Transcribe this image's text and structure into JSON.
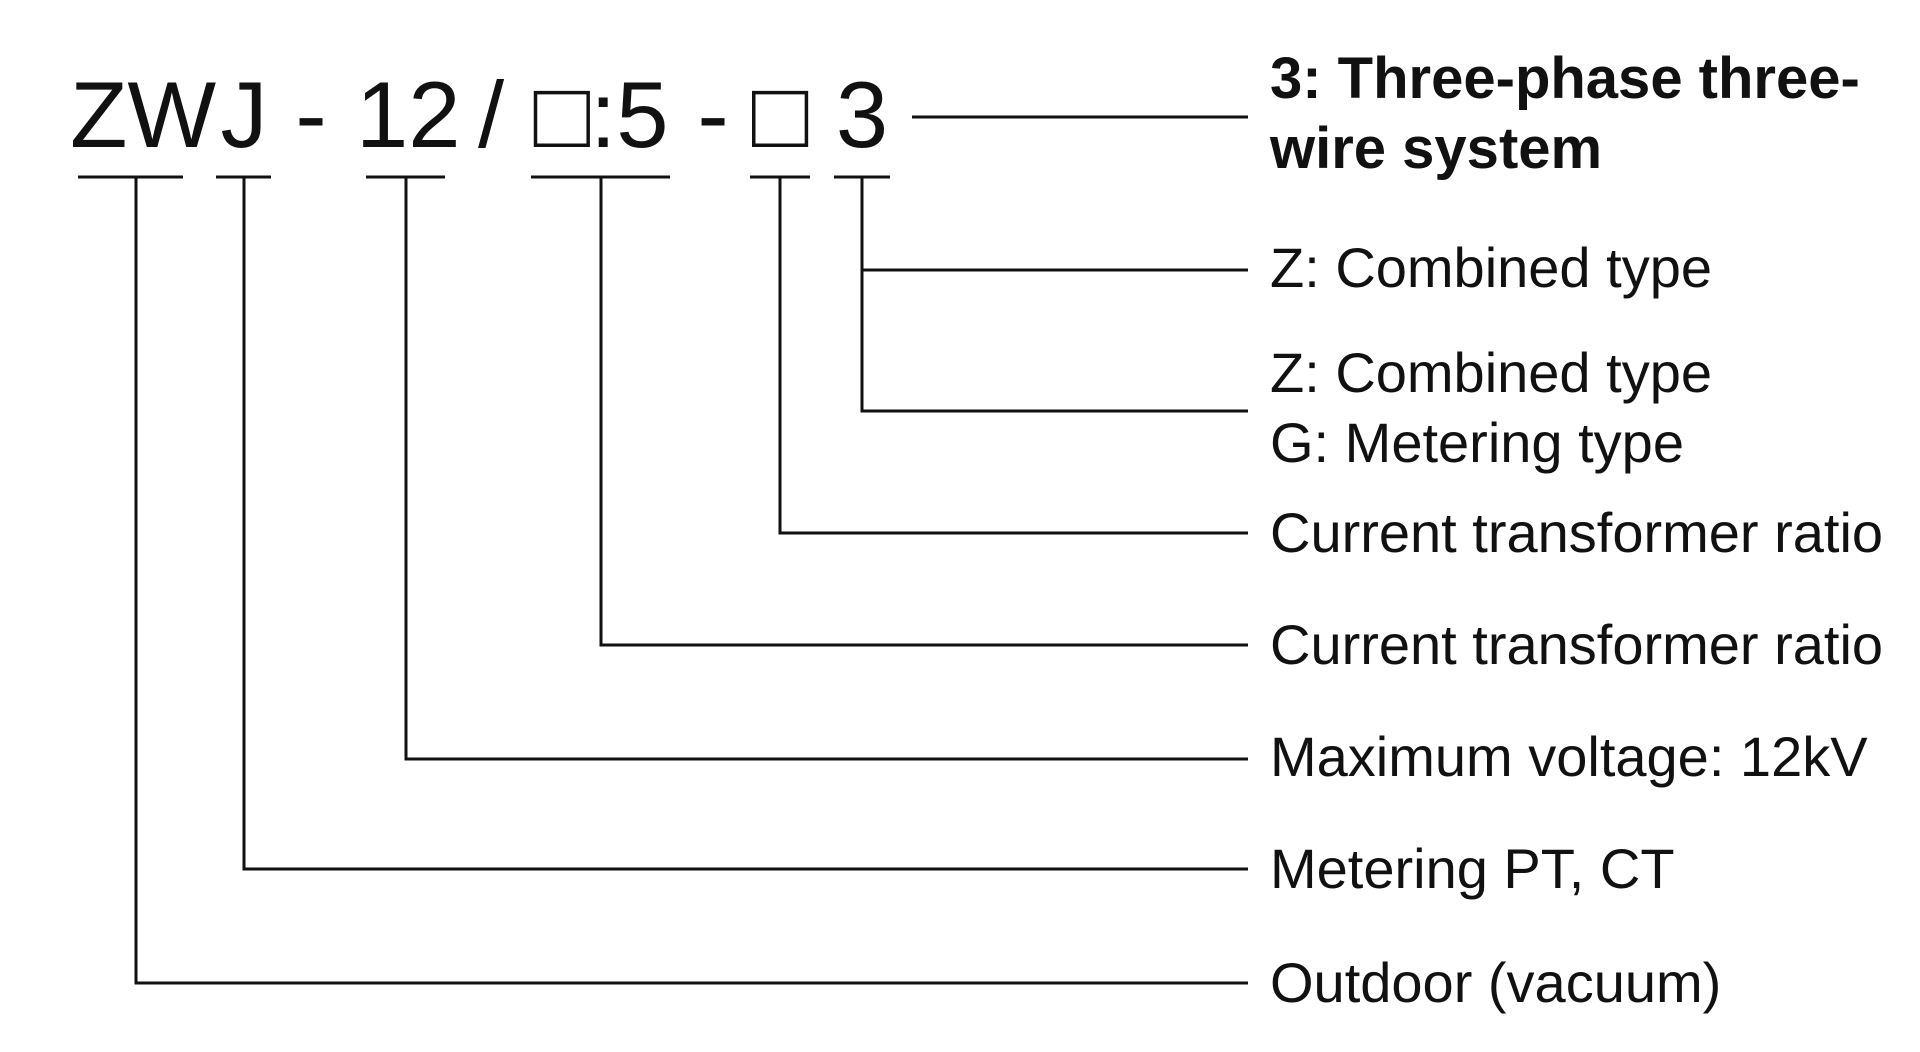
{
  "model": {
    "seg_zw": "ZW",
    "seg_j": "J",
    "sep1": "-",
    "seg_12": "12",
    "sep_slash": "/",
    "seg_ratio": "□:5",
    "sep2": "-",
    "seg_box": "□",
    "seg_3": "3"
  },
  "descriptions": {
    "three_phase_line1": "3: Three-phase three-",
    "three_phase_line2": "wire system",
    "combined_1": "Z:  Combined type",
    "combined_2": "Z: Combined type",
    "metering_type": "G:  Metering type",
    "ct_ratio_1": "Current transformer ratio",
    "ct_ratio_2": "Current transformer ratio",
    "max_voltage": "Maximum voltage:  12kV",
    "metering_pt_ct": "Metering PT, CT",
    "outdoor": "Outdoor (vacuum)"
  },
  "colors": {
    "ink": "#111111",
    "background": "#ffffff"
  }
}
